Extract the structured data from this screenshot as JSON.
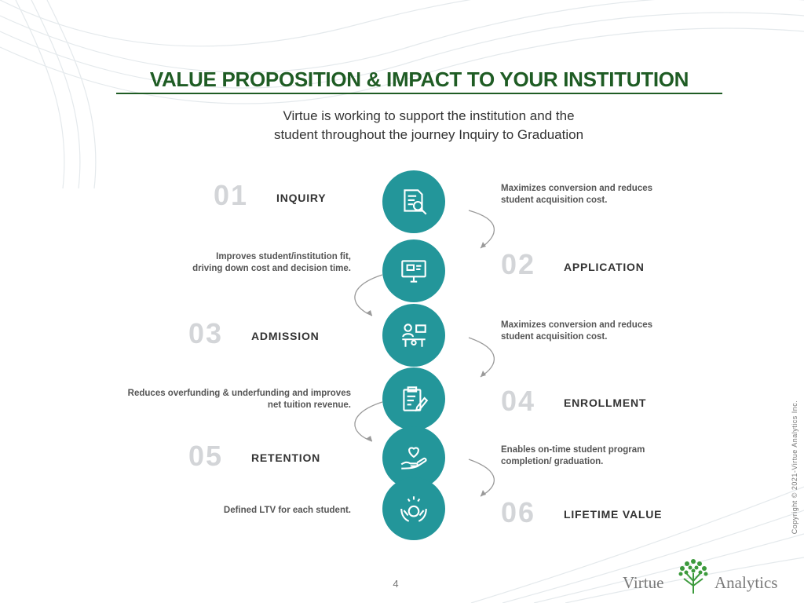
{
  "slide": {
    "title": "VALUE PROPOSITION & IMPACT TO YOUR INSTITUTION",
    "subtitle_lines": [
      "Virtue is working to support the institution and the",
      "student throughout the journey Inquiry to Graduation"
    ],
    "page_number": "4",
    "copyright": "Copyright © 2021-Virtue Analytics Inc."
  },
  "steps": [
    {
      "number": "01",
      "label": "INQUIRY",
      "icon": "document-search-icon",
      "description": [
        "Maximizes conversion and reduces",
        "student acquisition cost."
      ]
    },
    {
      "number": "02",
      "label": "APPLICATION",
      "icon": "computer-monitor-icon",
      "description": [
        "Improves student/institution fit,",
        "driving down cost and decision time."
      ]
    },
    {
      "number": "03",
      "label": "ADMISSION",
      "icon": "person-desk-icon",
      "description": [
        "Maximizes conversion and reduces",
        "student acquisition cost."
      ]
    },
    {
      "number": "04",
      "label": "ENROLLMENT",
      "icon": "clipboard-pen-icon",
      "description": [
        "Reduces overfunding & underfunding and improves",
        "net tuition revenue."
      ]
    },
    {
      "number": "05",
      "label": "RETENTION",
      "icon": "heart-hand-icon",
      "description": [
        "Enables on-time student program",
        "completion/ graduation."
      ]
    },
    {
      "number": "06",
      "label": "LIFETIME VALUE",
      "icon": "hands-value-icon",
      "description": [
        "Defined LTV for each student."
      ]
    }
  ],
  "logo": {
    "word1": "Virtue",
    "word2": "Analytics",
    "icon": "tree-logo-icon"
  },
  "colors": {
    "title_green": "#1f5c24",
    "teal": "#23969a",
    "number_gray": "#d3d5d8"
  }
}
